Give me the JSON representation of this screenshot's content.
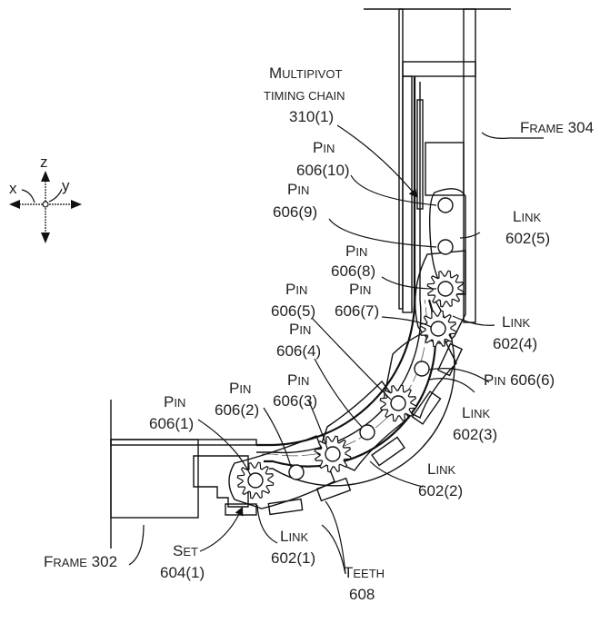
{
  "figure": {
    "axes": {
      "z": "z",
      "x": "x",
      "y": "y"
    },
    "labels": {
      "chain": {
        "l1a": "M",
        "l1b": "ULTIPIVOT",
        "l2": "TIMING CHAIN",
        "l3": "310(1)"
      },
      "frame304": {
        "a": "F",
        "b": "RAME",
        "c": " 304"
      },
      "frame302": {
        "a": "F",
        "b": "RAME",
        "c": " 302"
      },
      "pin_word": {
        "a": "P",
        "b": "IN"
      },
      "link_word": {
        "a": "L",
        "b": "INK"
      },
      "set": {
        "a": "S",
        "b": "ET",
        "num": "604(1)"
      },
      "teeth": {
        "a": "T",
        "b": "EETH",
        "num": "608"
      },
      "pins": [
        "606(1)",
        "606(2)",
        "606(3)",
        "606(4)",
        "606(5)",
        "606(6)",
        "606(7)",
        "606(8)",
        "606(9)",
        "606(10)"
      ],
      "links": [
        "602(1)",
        "602(2)",
        "602(3)",
        "602(4)",
        "602(5)"
      ]
    }
  }
}
